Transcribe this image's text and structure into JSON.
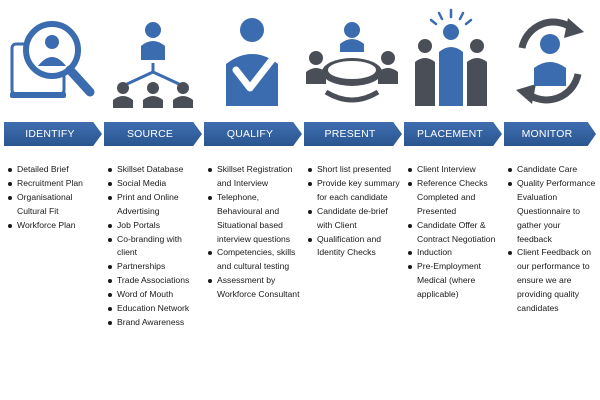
{
  "colors": {
    "accent": "#2f5e9e",
    "icon": "#3b6cb0",
    "icon_dark": "#4a4f57"
  },
  "stages": [
    {
      "label": "IDENTIFY",
      "icon": "magnifier-person-icon",
      "items": [
        "Detailed Brief",
        "Recruitment Plan",
        "Organisational Cultural Fit",
        "Workforce Plan"
      ]
    },
    {
      "label": "SOURCE",
      "icon": "org-chart-icon",
      "items": [
        "Skillset Database",
        "Social Media",
        "Print and Online Advertising",
        "Job Portals",
        "Co-branding with client",
        "Partnerships",
        "Trade Associations",
        "Word of Mouth",
        "Education Network",
        "Brand Awareness"
      ]
    },
    {
      "label": "QUALIFY",
      "icon": "checkmark-person-icon",
      "items": [
        "Skillset Registration and Interview",
        "Telephone, Behavioural and Situational based interview questions",
        "Competencies, skills and cultural testing",
        "Assessment by Workforce Consultant"
      ]
    },
    {
      "label": "PRESENT",
      "icon": "meeting-table-icon",
      "items": [
        "Short list presented",
        "Provide key summary for each candidate",
        "Candidate de-brief with Client",
        "Qualification and Identity Checks"
      ]
    },
    {
      "label": "PLACEMENT",
      "icon": "team-spotlight-icon",
      "items": [
        "Client Interview",
        "Reference Checks Completed and Presented",
        "Candidate Offer & Contract Negotiation",
        "Induction",
        "Pre-Employment Medical (where applicable)"
      ]
    },
    {
      "label": "MONITOR",
      "icon": "cycle-person-icon",
      "items": [
        "Candidate Care",
        "Quality Performance Evaluation Questionnaire to gather your feedback",
        "Client Feedback on our performance to ensure we are providing quality candidates"
      ]
    }
  ]
}
